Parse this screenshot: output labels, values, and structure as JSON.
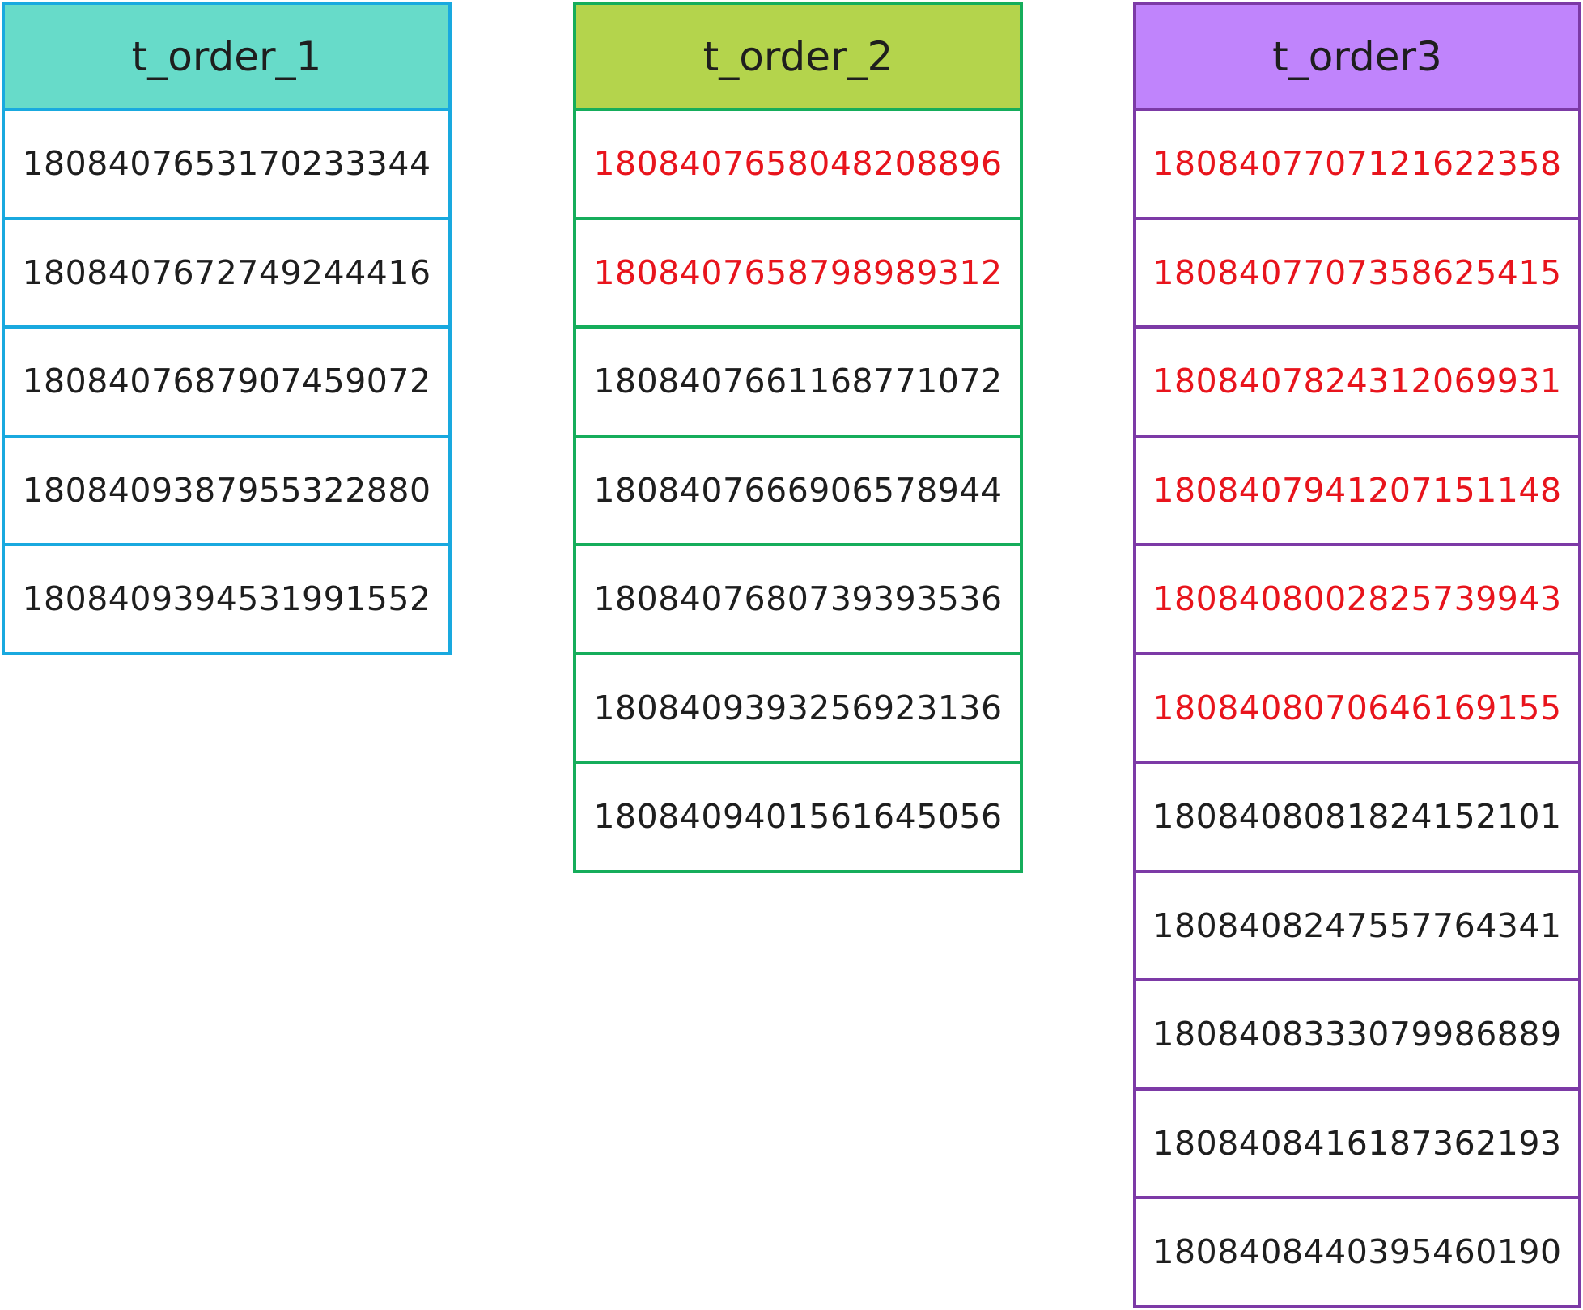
{
  "colors": {
    "highlight_text": "#e8141c",
    "normal_text": "#1e1e1e"
  },
  "tables": [
    {
      "title": "t_order_1",
      "header_fill": "#67dbc9",
      "border": "#19a9df",
      "rows": [
        {
          "id": "1808407653170233344",
          "highlight": false
        },
        {
          "id": "1808407672749244416",
          "highlight": false
        },
        {
          "id": "1808407687907459072",
          "highlight": false
        },
        {
          "id": "1808409387955322880",
          "highlight": false
        },
        {
          "id": "1808409394531991552",
          "highlight": false
        }
      ]
    },
    {
      "title": "t_order_2",
      "header_fill": "#b4d44c",
      "border": "#15ad5b",
      "rows": [
        {
          "id": "1808407658048208896",
          "highlight": true
        },
        {
          "id": "1808407658798989312",
          "highlight": true
        },
        {
          "id": "1808407661168771072",
          "highlight": false
        },
        {
          "id": "1808407666906578944",
          "highlight": false
        },
        {
          "id": "1808407680739393536",
          "highlight": false
        },
        {
          "id": "1808409393256923136",
          "highlight": false
        },
        {
          "id": "1808409401561645056",
          "highlight": false
        }
      ]
    },
    {
      "title": "t_order3",
      "header_fill": "#c084fc",
      "border": "#7c3aa6",
      "rows": [
        {
          "id": "1808407707121622358",
          "highlight": true
        },
        {
          "id": "1808407707358625415",
          "highlight": true
        },
        {
          "id": "1808407824312069931",
          "highlight": true
        },
        {
          "id": "1808407941207151148",
          "highlight": true
        },
        {
          "id": "1808408002825739943",
          "highlight": true
        },
        {
          "id": "1808408070646169155",
          "highlight": true
        },
        {
          "id": "1808408081824152101",
          "highlight": false
        },
        {
          "id": "1808408247557764341",
          "highlight": false
        },
        {
          "id": "1808408333079986889",
          "highlight": false
        },
        {
          "id": "1808408416187362193",
          "highlight": false
        },
        {
          "id": "1808408440395460190",
          "highlight": false
        }
      ]
    }
  ]
}
